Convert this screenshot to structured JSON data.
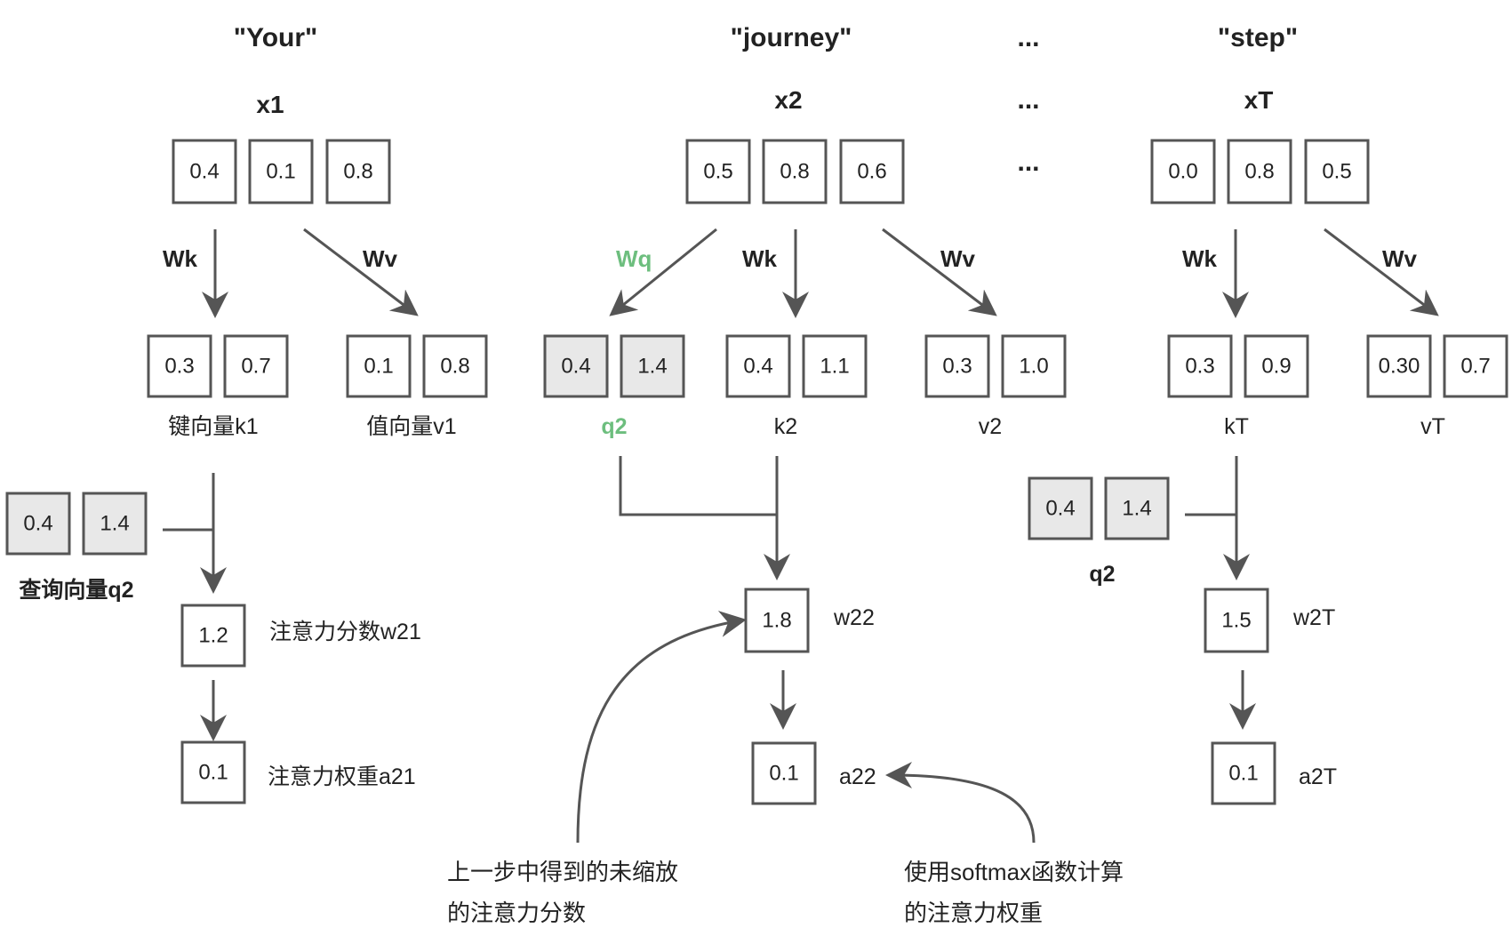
{
  "tokens": {
    "your": "\"Your\"",
    "journey": "\"journey\"",
    "ellipsis": "...",
    "step": "\"step\""
  },
  "inputs": {
    "x1": {
      "label": "x1",
      "values": [
        "0.4",
        "0.1",
        "0.8"
      ]
    },
    "x2": {
      "label": "x2",
      "values": [
        "0.5",
        "0.8",
        "0.6"
      ]
    },
    "xT": {
      "label": "xT",
      "values": [
        "0.0",
        "0.8",
        "0.5"
      ]
    }
  },
  "weights": {
    "wq": "Wq",
    "wk": "Wk",
    "wv": "Wv"
  },
  "vectors": {
    "k1": {
      "label": "键向量k1",
      "values": [
        "0.3",
        "0.7"
      ]
    },
    "v1": {
      "label": "值向量v1",
      "values": [
        "0.1",
        "0.8"
      ]
    },
    "q2": {
      "label": "q2",
      "values": [
        "0.4",
        "1.4"
      ]
    },
    "k2": {
      "label": "k2",
      "values": [
        "0.4",
        "1.1"
      ]
    },
    "v2": {
      "label": "v2",
      "values": [
        "0.3",
        "1.0"
      ]
    },
    "kT": {
      "label": "kT",
      "values": [
        "0.3",
        "0.9"
      ]
    },
    "vT": {
      "label": "vT",
      "values": [
        "0.30",
        "0.7"
      ]
    }
  },
  "query_left": {
    "label": "查询向量q2",
    "values": [
      "0.4",
      "1.4"
    ]
  },
  "query_right": {
    "label": "q2",
    "values": [
      "0.4",
      "1.4"
    ]
  },
  "scores": {
    "w21": {
      "value": "1.2",
      "label": "注意力分数w21"
    },
    "w22": {
      "value": "1.8",
      "label": "w22"
    },
    "w2T": {
      "value": "1.5",
      "label": "w2T"
    }
  },
  "attn_weights": {
    "a21": {
      "value": "0.1",
      "label": "注意力权重a21"
    },
    "a22": {
      "value": "0.1",
      "label": "a22"
    },
    "a2T": {
      "value": "0.1",
      "label": "a2T"
    }
  },
  "annotations": {
    "unscaled": [
      "上一步中得到的未缩放",
      "的注意力分数"
    ],
    "softmax": [
      "使用softmax函数计算",
      "的注意力权重"
    ]
  },
  "colors": {
    "highlight_green": "#6dbe7e",
    "shaded_cell": "#e8e8e8",
    "stroke": "#555555"
  }
}
